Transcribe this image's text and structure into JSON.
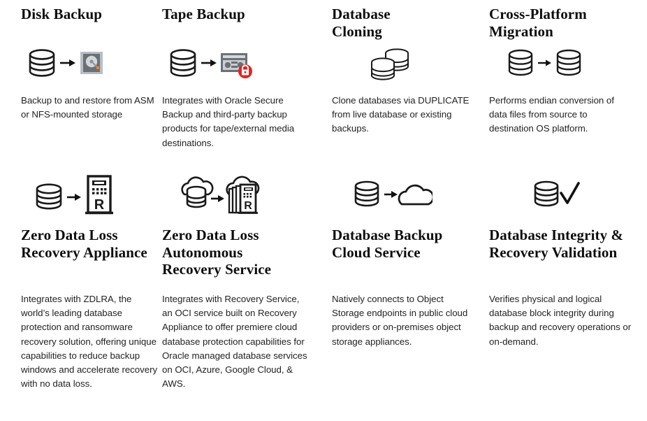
{
  "theme": {
    "background": "#ffffff",
    "heading_color": "#0d0d0d",
    "body_color": "#232323",
    "line_art_color": "#1a1a1a",
    "lock_badge_color": "#e8231f",
    "device_gray": "#6b7077",
    "device_gray_light": "#b9bec4"
  },
  "cards": [
    {
      "id": "disk-backup",
      "heading": "Disk Backup",
      "icon": "database-to-harddisk-icon",
      "body": "Backup to and restore from ASM or NFS-mounted storage"
    },
    {
      "id": "tape-backup",
      "heading": "Tape Backup",
      "icon": "database-to-tape-cartridge-locked-icon",
      "body": "Integrates with Oracle Secure Backup and third-party backup products for tape/external media destinations."
    },
    {
      "id": "database-cloning",
      "heading": "Database\nCloning",
      "icon": "two-databases-cloning-icon",
      "body": "Clone databases via DUPLICATE from live database or existing backups."
    },
    {
      "id": "cross-platform-migration",
      "heading": "Cross-Platform\nMigration",
      "icon": "database-to-database-migration-icon",
      "body": "Performs endian conversion of data files from source to destination OS platform."
    },
    {
      "id": "zero-data-loss-recovery-appliance",
      "heading": "Zero Data Loss\nRecovery Appliance",
      "icon": "database-to-recovery-appliance-rack-icon",
      "body": "Integrates with ZDLRA, the world’s leading database protection and ransomware recovery solution, offering unique capabilities to reduce backup windows and accelerate recovery with no data loss."
    },
    {
      "id": "zero-data-loss-autonomous-recovery-service",
      "heading": "Zero Data Loss\nAutonomous\nRecovery Service",
      "icon": "cloud-database-to-cloud-recovery-appliance-icon",
      "body": "Integrates with Recovery Service, an OCI service built on Recovery Appliance to offer premiere cloud database protection capabilities for Oracle managed database services on OCI, Azure, Google Cloud, & AWS."
    },
    {
      "id": "database-backup-cloud-service",
      "heading": "Database Backup\nCloud Service",
      "icon": "database-to-cloud-icon",
      "body": "Natively connects to Object Storage endpoints in public cloud providers or on-premises object storage appliances."
    },
    {
      "id": "database-integrity-recovery-validation",
      "heading": "Database Integrity &\nRecovery Validation",
      "icon": "database-checkmark-icon",
      "body": "Verifies physical and logical database block integrity during backup and recovery operations or on-demand."
    }
  ]
}
